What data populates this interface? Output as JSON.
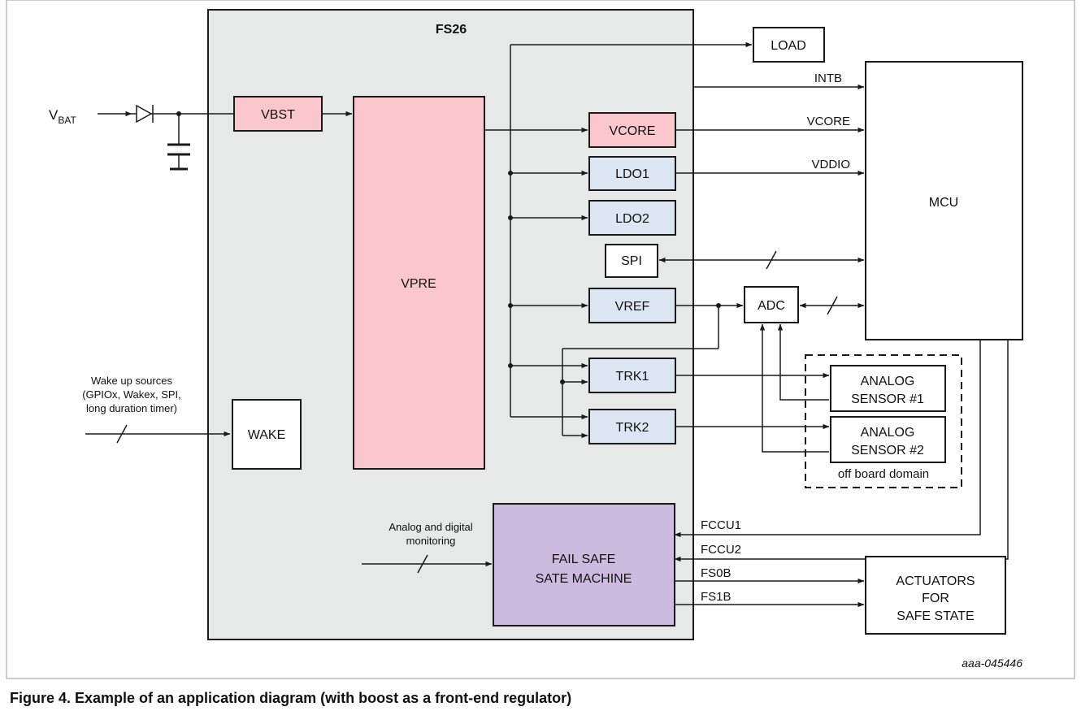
{
  "figure_caption": "Figure 4.  Example of an application diagram (with boost as a front-end regulator)",
  "reference_code": "aaa-045446",
  "chip": {
    "title": "FS26"
  },
  "input": {
    "vbat_main": "V",
    "vbat_sub": "BAT"
  },
  "blocks": {
    "vbst": "VBST",
    "vpre": "VPRE",
    "vcore": "VCORE",
    "ldo1": "LDO1",
    "ldo2": "LDO2",
    "spi": "SPI",
    "vref": "VREF",
    "trk1": "TRK1",
    "trk2": "TRK2",
    "wake": "WAKE",
    "fail_safe_line1": "FAIL SAFE",
    "fail_safe_line2": "SATE MACHINE",
    "load": "LOAD",
    "mcu": "MCU",
    "adc": "ADC",
    "sensor1_line1": "ANALOG",
    "sensor1_line2": "SENSOR #1",
    "sensor2_line1": "ANALOG",
    "sensor2_line2": "SENSOR #2",
    "off_board": "off board domain",
    "actuators_line1": "ACTUATORS",
    "actuators_line2": "FOR",
    "actuators_line3": "SAFE STATE"
  },
  "signals": {
    "intb": "INTB",
    "vcore": "VCORE",
    "vddio": "VDDIO",
    "fccu1": "FCCU1",
    "fccu2": "FCCU2",
    "fs0b": "FS0B",
    "fs1b": "FS1B"
  },
  "annotations": {
    "wake_line1": "Wake up sources",
    "wake_line2": "(GPIOx, Wakex, SPI,",
    "wake_line3": "long duration timer)",
    "monitor_line1": "Analog and digital",
    "monitor_line2": "monitoring"
  },
  "colors": {
    "chip_bg": "#e7e8e8",
    "pink": "#f9c7cc",
    "blue": "#dde7f3",
    "purple": "#cdbbdf",
    "line": "#1a1a1a"
  }
}
